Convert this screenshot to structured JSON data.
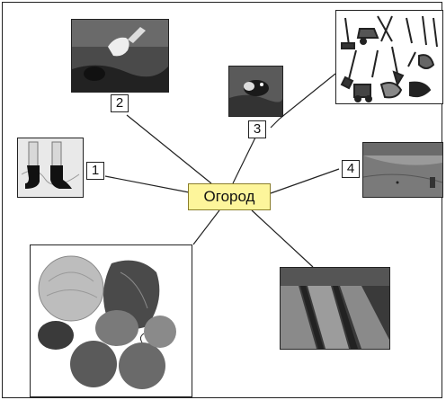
{
  "diagram": {
    "center_label": "Огород",
    "numbers": [
      "1",
      "2",
      "3",
      "4"
    ]
  },
  "images": [
    {
      "id": "boots",
      "icon": "garden-boots-icon"
    },
    {
      "id": "planting",
      "icon": "planting-hand-icon"
    },
    {
      "id": "mole",
      "icon": "mole-icon"
    },
    {
      "id": "tools",
      "icon": "garden-tools-icon"
    },
    {
      "id": "field",
      "icon": "field-icon"
    },
    {
      "id": "beds",
      "icon": "garden-beds-icon"
    },
    {
      "id": "vegetables",
      "icon": "vegetables-icon"
    }
  ],
  "colors": {
    "center_fill": "#fdf59b",
    "line": "#222222"
  }
}
